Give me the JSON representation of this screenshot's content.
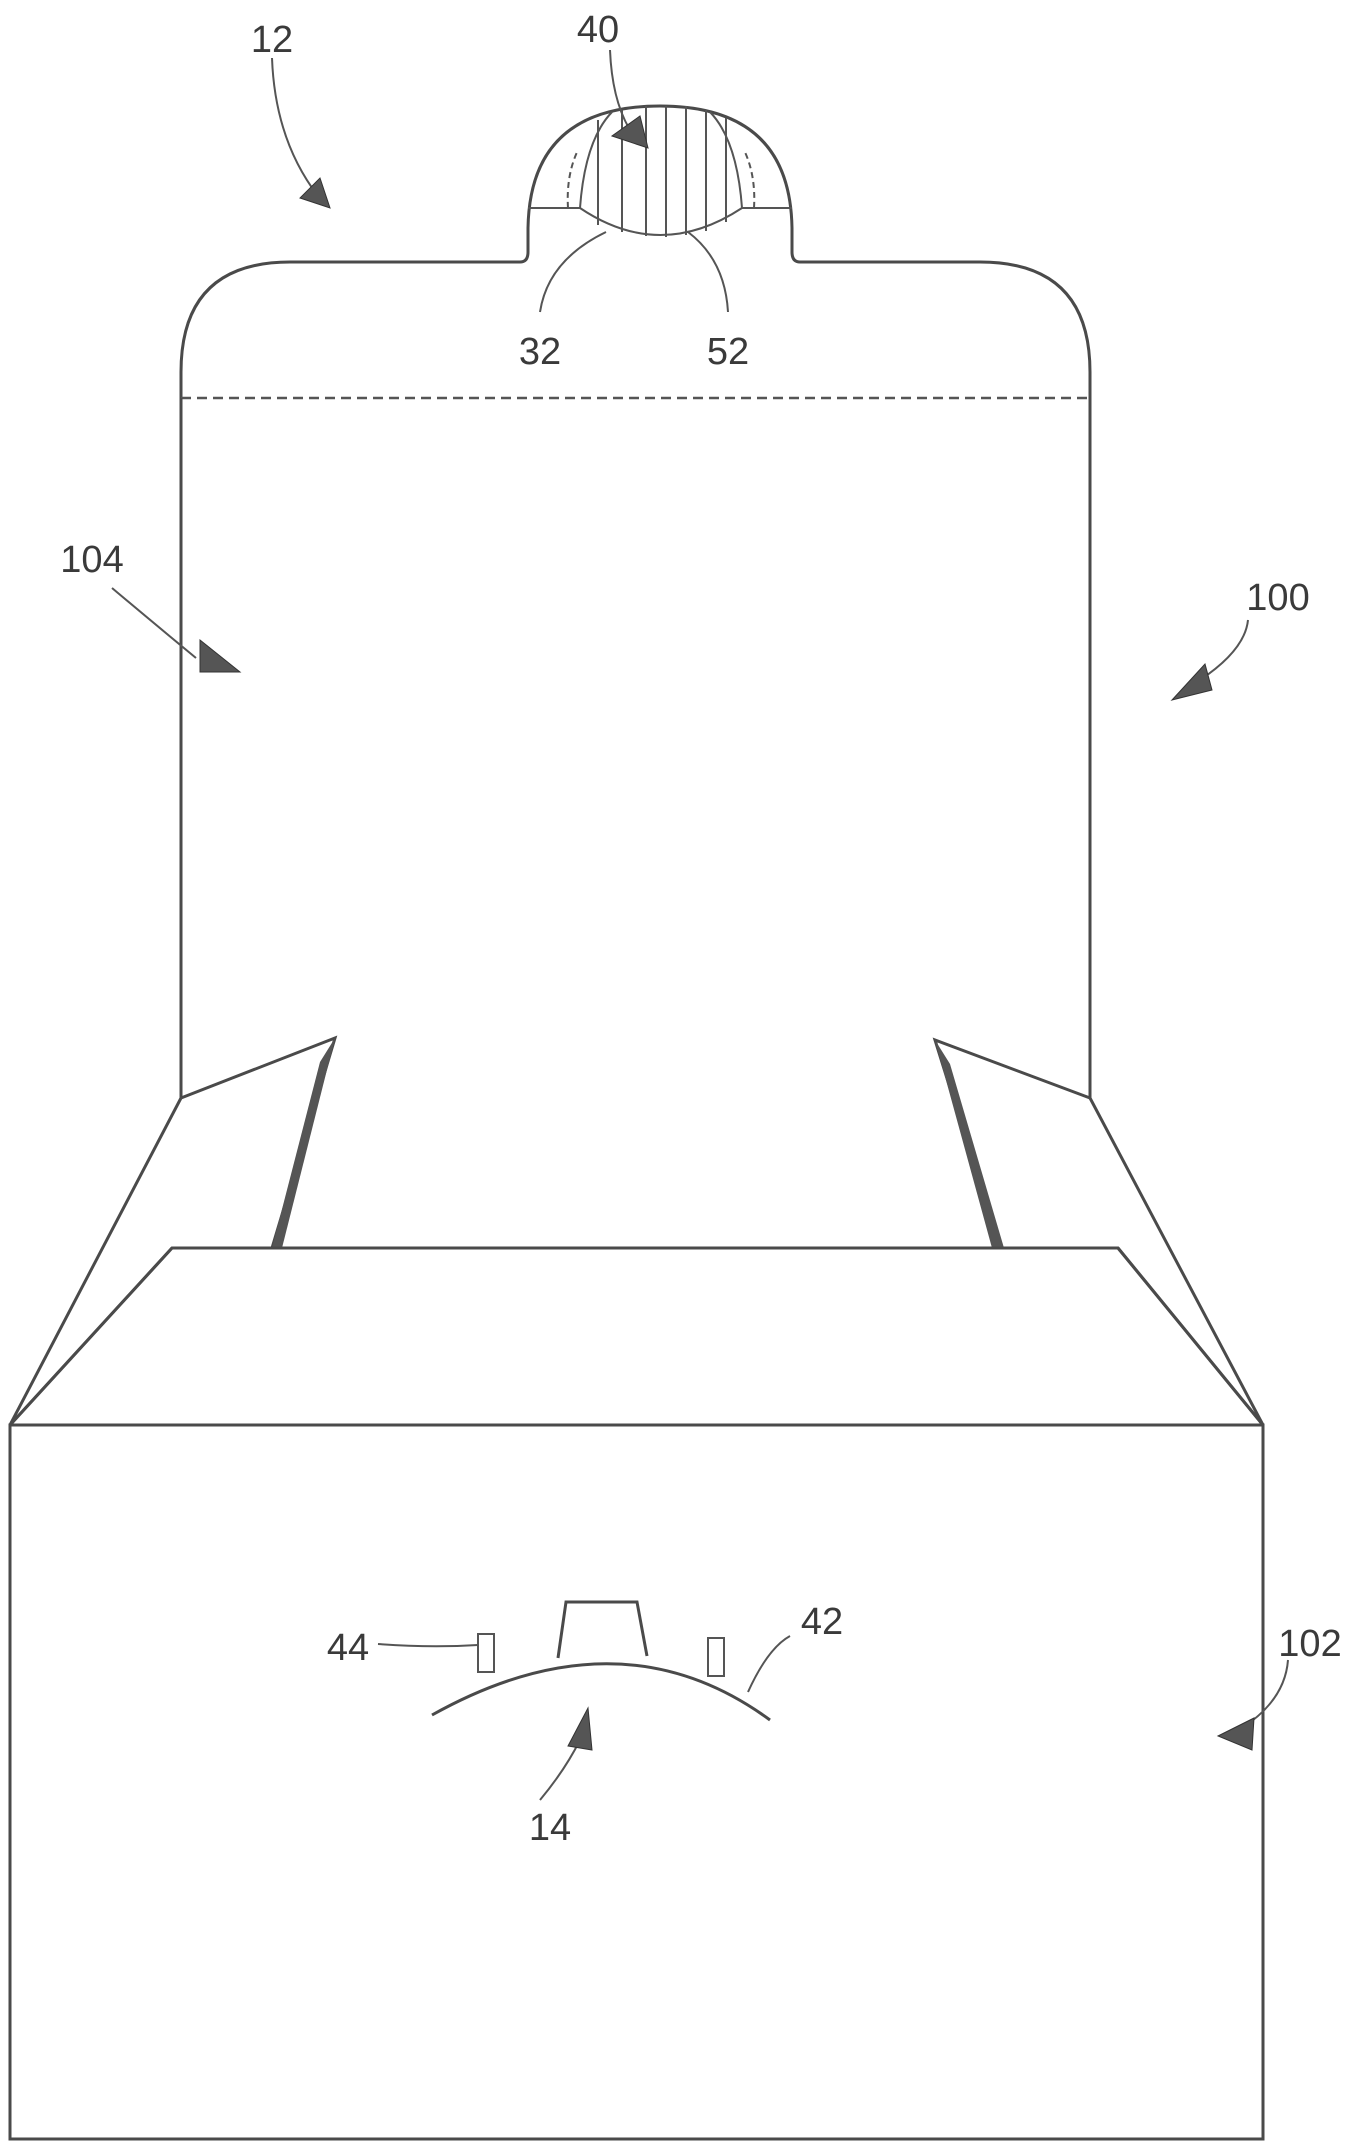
{
  "labels": {
    "ref_12": "12",
    "ref_40": "40",
    "ref_32": "32",
    "ref_52": "52",
    "ref_104": "104",
    "ref_100": "100",
    "ref_44": "44",
    "ref_42": "42",
    "ref_102": "102",
    "ref_14": "14"
  }
}
